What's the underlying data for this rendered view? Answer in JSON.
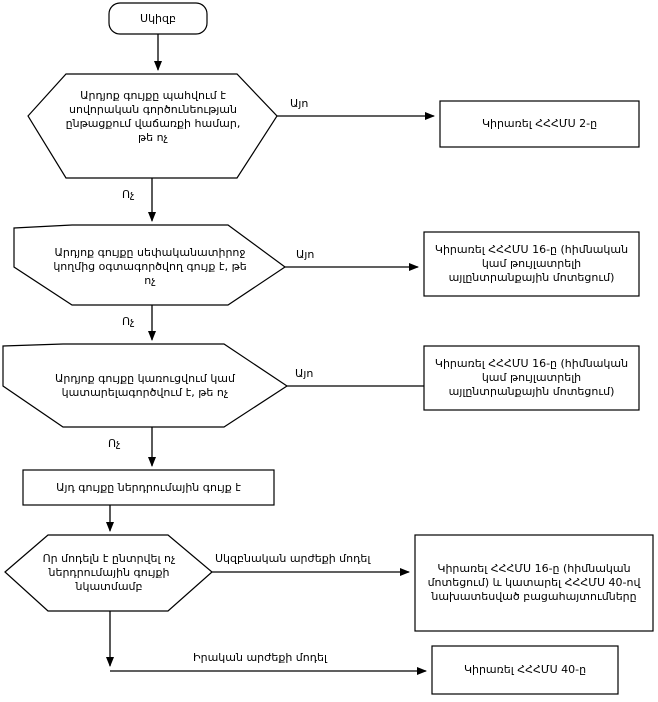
{
  "diagram": {
    "title": "Investment property classification flowchart",
    "language": "hy",
    "colors": {
      "stroke": "#000000",
      "fill": "#ffffff",
      "text": "#000000"
    },
    "nodes": {
      "start": {
        "shape": "rounded-rectangle",
        "label": "Սկիզբ"
      },
      "decision_1": {
        "shape": "hexagon",
        "label": "Արդյոք գույքը պահվում է սովորական գործունեության ընթացքում վաճառքի համար, թե ոչ"
      },
      "result_1": {
        "shape": "rectangle",
        "label": "Կիրառել ՀՀՀՄՍ 2-ը"
      },
      "decision_2": {
        "shape": "hexagon",
        "label": "Արդյոք գույքը սեփականատիրոջ կողմից օգտագործվող գույք է, թե ոչ"
      },
      "result_2": {
        "shape": "rectangle",
        "label": "Կիրառել ՀՀՀՄՍ 16-ը (հիմնական կամ թույլատրելի այլընտրանքային մոտեցում)"
      },
      "decision_3": {
        "shape": "hexagon",
        "label": "Արդյոք գույքը կառուցվում կամ կատարելագործվում է, թե ոչ"
      },
      "result_3": {
        "shape": "rectangle",
        "label": "Կիրառել ՀՀՀՄՍ 16-ը (հիմնական կամ թույլատրելի այլընտրանքային մոտեցում)"
      },
      "process_1": {
        "shape": "rectangle",
        "label": "Այդ գույքը ներդրումային գույք է"
      },
      "decision_4": {
        "shape": "hexagon",
        "label": "Որ մոդելն է ընտրվել ոչ ներդրումային գույքի նկատմամբ"
      },
      "result_4": {
        "shape": "rectangle",
        "label": "Կիրառել ՀՀՀՄՍ 16-ը (հիմնական մոտեցում) և կատարել ՀՀՀՄՍ 40-ով նախատեսված բացահայտումները"
      },
      "result_5": {
        "shape": "rectangle",
        "label": "Կիրառել ՀՀՀՄՍ 40-ը"
      }
    },
    "edge_labels": {
      "yes_1": "Այո",
      "no_1": "Ոչ",
      "yes_2": "Այո",
      "no_2": "Ոչ",
      "yes_3": "Այո",
      "no_3": "Ոչ",
      "cost_model": "Սկզբնական արժեքի մոդել",
      "fair_value_model": "Իրական արժեքի մոդել"
    }
  }
}
